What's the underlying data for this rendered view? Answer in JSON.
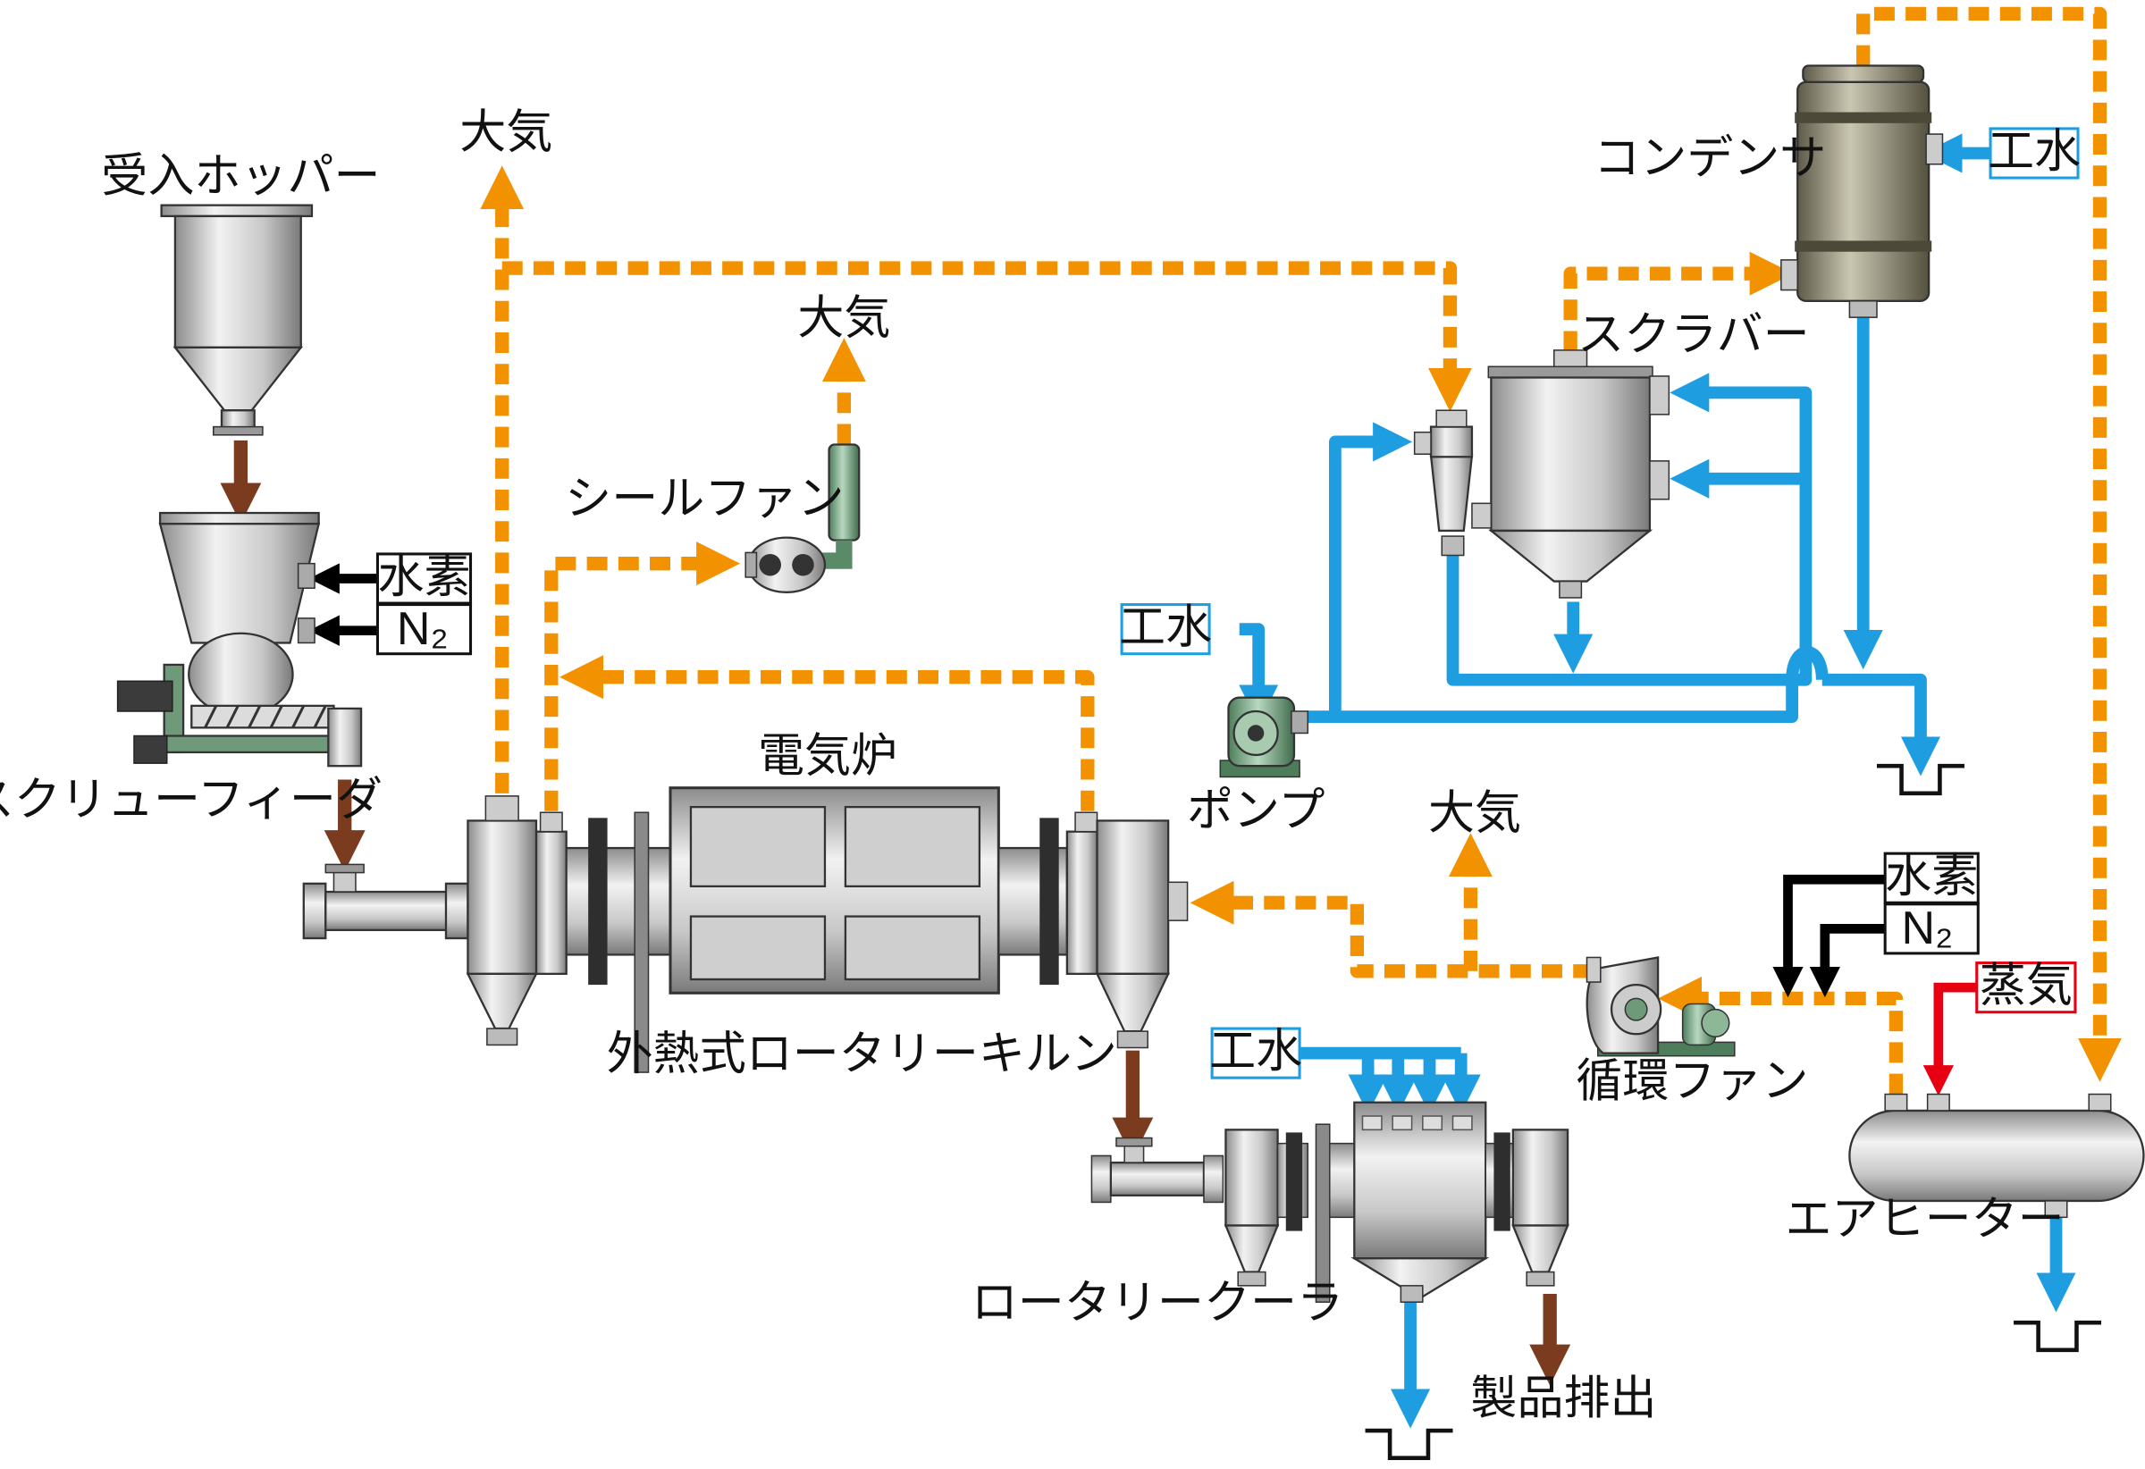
{
  "colors": {
    "gas": "#f39200",
    "water": "#1e9ee0",
    "solid": "#7a3b1e",
    "gas_feed": "#000000",
    "steam": "#e60012",
    "metal_light": "#e8e8e8",
    "metal_dark": "#8a8a8a",
    "fan_green": "#7fb08c"
  },
  "labels": {
    "hopper": "受入ホッパー",
    "screw_feeder": "スクリューフィーダ",
    "kiln": "外熱式ロータリーキルン",
    "furnace": "電気炉",
    "seal_fan": "シールファン",
    "scrubber": "スクラバー",
    "condenser": "コンデンサ",
    "pump": "ポンプ",
    "circ_fan": "循環ファン",
    "air_heater": "エアヒーター",
    "cooler": "ロータリークーラ",
    "product": "製品排出",
    "atm_1": "大気",
    "atm_2": "大気",
    "atm_3": "大気"
  },
  "boxes": {
    "h2_feeder": "水素",
    "n2_feeder": "N₂",
    "h2_fan": "水素",
    "n2_fan": "N₂",
    "steam": "蒸気",
    "water_condenser": "工水",
    "water_pump": "工水",
    "water_cooler": "工水"
  }
}
